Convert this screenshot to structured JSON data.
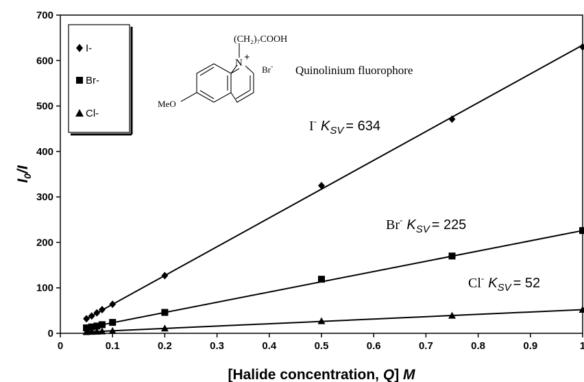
{
  "chart_data": {
    "type": "scatter",
    "xlabel": {
      "prefix": "[Halide concentration, ",
      "var": "Q",
      "suffix": "] ",
      "unit": "M"
    },
    "ylabel": {
      "main": "I",
      "sub": "0",
      "rest": "/I"
    },
    "xlim": [
      0,
      1
    ],
    "ylim": [
      0,
      700
    ],
    "x_ticks": [
      "0",
      "0.1",
      "0.2",
      "0.3",
      "0.4",
      "0.5",
      "0.6",
      "0.7",
      "0.8",
      "0.9",
      "1"
    ],
    "y_ticks": [
      "0",
      "100",
      "200",
      "300",
      "400",
      "500",
      "600",
      "700"
    ],
    "grid": false,
    "legend_position": "top-left",
    "series": [
      {
        "name": "I-",
        "marker": "diamond",
        "x": [
          0.05,
          0.06,
          0.07,
          0.08,
          0.1,
          0.2,
          0.5,
          0.75,
          1.0
        ],
        "y": [
          32,
          38,
          45,
          52,
          64,
          127,
          325,
          471,
          630
        ],
        "fit": {
          "x": [
            0.05,
            1.0
          ],
          "y": [
            32,
            634
          ]
        },
        "annotation": {
          "ion": "I",
          "sup": "-",
          "k": "K",
          "sub": "SV",
          "value": "= 634"
        }
      },
      {
        "name": "Br-",
        "marker": "square",
        "x": [
          0.05,
          0.06,
          0.07,
          0.08,
          0.1,
          0.2,
          0.5,
          0.75,
          1.0
        ],
        "y": [
          12,
          14,
          16,
          19,
          24,
          46,
          119,
          170,
          226
        ],
        "fit": {
          "x": [
            0.05,
            1.0
          ],
          "y": [
            12,
            226
          ]
        },
        "annotation": {
          "ion": "Br",
          "sup": "-",
          "k": "K",
          "sub": "SV",
          "value": "= 225"
        }
      },
      {
        "name": "Cl-",
        "marker": "triangle",
        "x": [
          0.05,
          0.06,
          0.07,
          0.08,
          0.1,
          0.2,
          0.5,
          0.75,
          1.0
        ],
        "y": [
          3,
          3.5,
          4,
          4.5,
          5.5,
          11,
          27,
          39,
          52
        ],
        "fit": {
          "x": [
            0.05,
            1.0
          ],
          "y": [
            3,
            52
          ]
        },
        "annotation": {
          "ion": "Cl",
          "sup": "-",
          "k": "K",
          "sub": "SV",
          "value": "= 52"
        }
      }
    ]
  },
  "structure": {
    "substituent": "(CH₂)₇COOH",
    "nitrogen": "N",
    "charge": "+",
    "counterion": "Br",
    "counterion_charge": "-",
    "methoxy": "MeO",
    "caption": "Quinolinium fluorophore"
  }
}
